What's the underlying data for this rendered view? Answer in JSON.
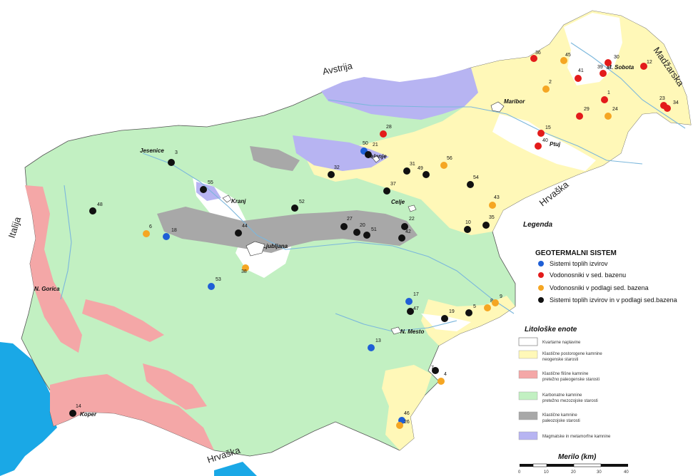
{
  "labels": {
    "countries": [
      {
        "text": "Avstrija"
      },
      {
        "text": "Madžarska"
      },
      {
        "text": "Italija"
      },
      {
        "text": "Hrvaška"
      },
      {
        "text": "Hrvaška"
      }
    ],
    "cities": [
      {
        "text": "Jesenice"
      },
      {
        "text": "Kranj"
      },
      {
        "text": "Ljubljana"
      },
      {
        "text": "N. Gorica"
      },
      {
        "text": "Koper"
      },
      {
        "text": "Velenje"
      },
      {
        "text": "Celje"
      },
      {
        "text": "Maribor"
      },
      {
        "text": "Ptuj"
      },
      {
        "text": "M. Sobota"
      },
      {
        "text": "N. Mesto"
      }
    ],
    "legend_title": "Legenda"
  },
  "colors": {
    "sea": "#1aa8e6",
    "quaternary": "#ffffff",
    "neogene": "#fff8b8",
    "paleogene": "#f4a7a7",
    "carbonate": "#c2f0c2",
    "paleozoic": "#a8a8a8",
    "magmatic": "#b7b4f2",
    "blue": "#1f5fd6",
    "red": "#e31b1b",
    "orange": "#f5a623",
    "black": "#111111"
  },
  "geothermal": {
    "title": "GEOTERMALNI SISTEM",
    "categories": [
      {
        "key": "blue",
        "label": "Sistemi toplih izvirov"
      },
      {
        "key": "red",
        "label": "Vodonosniki v sed. bazenu"
      },
      {
        "key": "orange",
        "label": "Vodonosniki v podlagi sed. bazena"
      },
      {
        "key": "black",
        "label": "Sistemi toplih izvirov in v podlagi sed.bazena"
      }
    ]
  },
  "lithology": {
    "title": "Litološke enote",
    "units": [
      {
        "key": "quaternary",
        "lines": [
          "Kvartarne naplavine"
        ]
      },
      {
        "key": "neogene",
        "lines": [
          "Klastične postorogene kamnine",
          "neogenske starosti"
        ]
      },
      {
        "key": "paleogene",
        "lines": [
          "Klastične flišne kamnine",
          "pretežno paleogenske starosti"
        ]
      },
      {
        "key": "carbonate",
        "lines": [
          "Karbonatne kamnine",
          "pretežno mezozojske starosti"
        ]
      },
      {
        "key": "paleozoic",
        "lines": [
          "Klastične kamnine",
          "paleozojske starosti"
        ]
      },
      {
        "key": "magmatic",
        "lines": [
          "Magmatske in metamorfne kamnine"
        ]
      }
    ]
  },
  "scale": {
    "title": "Merilo (km)",
    "ticks": [
      "0",
      "10",
      "20",
      "30",
      "40"
    ]
  },
  "points": [
    {
      "id": "36",
      "cat": "red"
    },
    {
      "id": "45",
      "cat": "orange"
    },
    {
      "id": "30",
      "cat": "red"
    },
    {
      "id": "41",
      "cat": "red"
    },
    {
      "id": "39",
      "cat": "red"
    },
    {
      "id": "12",
      "cat": "red"
    },
    {
      "id": "2",
      "cat": "orange"
    },
    {
      "id": "1",
      "cat": "red"
    },
    {
      "id": "23",
      "cat": "red"
    },
    {
      "id": "34",
      "cat": "red"
    },
    {
      "id": "29",
      "cat": "red"
    },
    {
      "id": "24",
      "cat": "orange"
    },
    {
      "id": "15",
      "cat": "red"
    },
    {
      "id": "40",
      "cat": "red"
    },
    {
      "id": "28",
      "cat": "red"
    },
    {
      "id": "50",
      "cat": "blue"
    },
    {
      "id": "21",
      "cat": "black"
    },
    {
      "id": "56",
      "cat": "orange"
    },
    {
      "id": "32",
      "cat": "black"
    },
    {
      "id": "31",
      "cat": "black"
    },
    {
      "id": "49",
      "cat": "black"
    },
    {
      "id": "37",
      "cat": "black"
    },
    {
      "id": "54",
      "cat": "black"
    },
    {
      "id": "43",
      "cat": "orange"
    },
    {
      "id": "35",
      "cat": "black"
    },
    {
      "id": "10",
      "cat": "black"
    },
    {
      "id": "52",
      "cat": "black"
    },
    {
      "id": "27",
      "cat": "black"
    },
    {
      "id": "20",
      "cat": "black"
    },
    {
      "id": "51",
      "cat": "black"
    },
    {
      "id": "22",
      "cat": "black"
    },
    {
      "id": "42",
      "cat": "black"
    },
    {
      "id": "3",
      "cat": "black"
    },
    {
      "id": "55",
      "cat": "black"
    },
    {
      "id": "48",
      "cat": "black"
    },
    {
      "id": "6",
      "cat": "orange"
    },
    {
      "id": "18",
      "cat": "blue"
    },
    {
      "id": "44",
      "cat": "black"
    },
    {
      "id": "53",
      "cat": "blue"
    },
    {
      "id": "38",
      "cat": "orange"
    },
    {
      "id": "17",
      "cat": "blue"
    },
    {
      "id": "47",
      "cat": "black"
    },
    {
      "id": "19",
      "cat": "black"
    },
    {
      "id": "5",
      "cat": "black"
    },
    {
      "id": "8",
      "cat": "orange"
    },
    {
      "id": "9",
      "cat": "orange"
    },
    {
      "id": "13",
      "cat": "blue"
    },
    {
      "id": "7",
      "cat": "black"
    },
    {
      "id": "4",
      "cat": "orange"
    },
    {
      "id": "46",
      "cat": "blue"
    },
    {
      "id": "26",
      "cat": "orange"
    },
    {
      "id": "14",
      "cat": "black"
    }
  ]
}
